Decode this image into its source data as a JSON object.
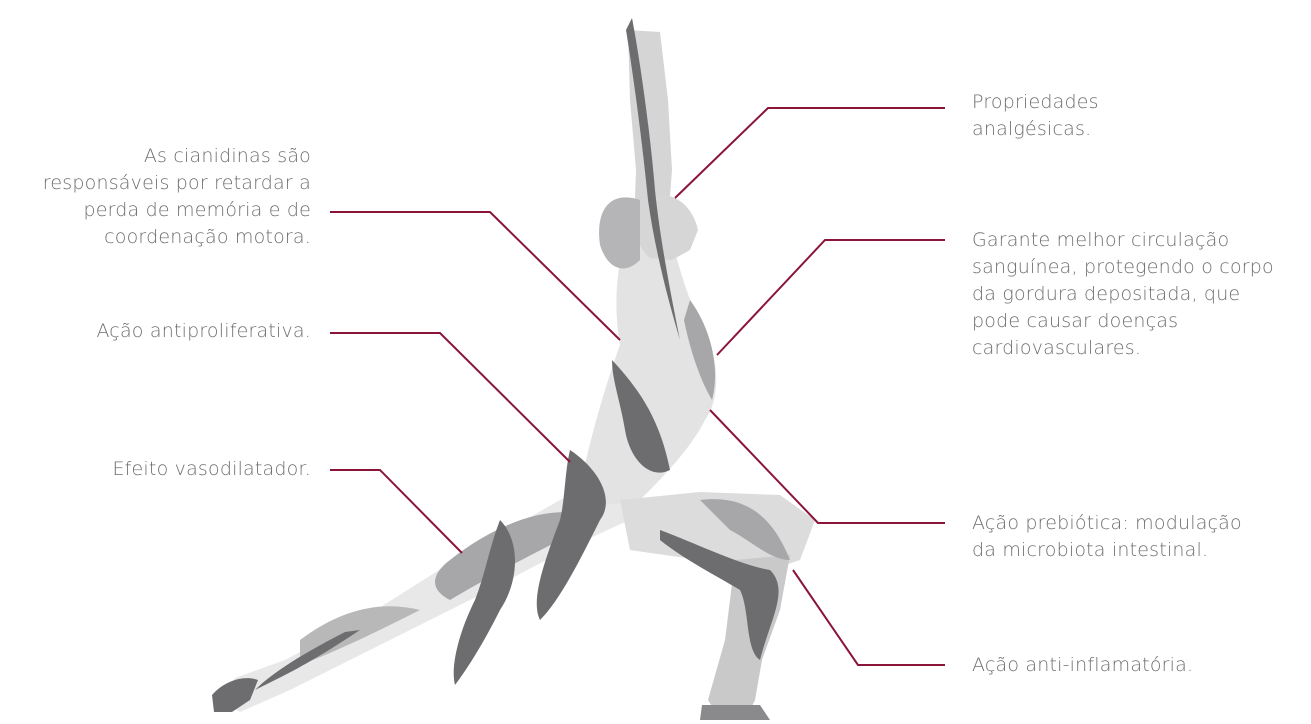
{
  "colors": {
    "leader_line": "#8a1538",
    "text": "#6e6e6e",
    "figure_dark": "#6d6d6f",
    "figure_mid": "#a7a7a9",
    "figure_light": "#d2d2d3",
    "figure_pale": "#e8e8e9"
  },
  "figure": {
    "icon": "yoga-lunge-figure-icon"
  },
  "labels": {
    "cianidinas": [
      "As cianidinas são",
      "responsáveis por retardar a",
      "perda de memória e de",
      "coordenação motora."
    ],
    "antiproliferativa": [
      "Ação antiproliferativa."
    ],
    "vasodilatador": [
      "Efeito vasodilatador."
    ],
    "analgesicas": [
      "Propriedades",
      "analgésicas."
    ],
    "circulacao": [
      "Garante melhor circulação",
      "sanguínea, protegendo o corpo",
      "da gordura depositada, que",
      "pode causar doenças",
      "cardiovasculares."
    ],
    "prebiotica": [
      "Ação prebiótica: modulação",
      "da microbiota intestinal."
    ],
    "anti_inflamatoria": [
      "Ação anti-inflamatória."
    ]
  }
}
